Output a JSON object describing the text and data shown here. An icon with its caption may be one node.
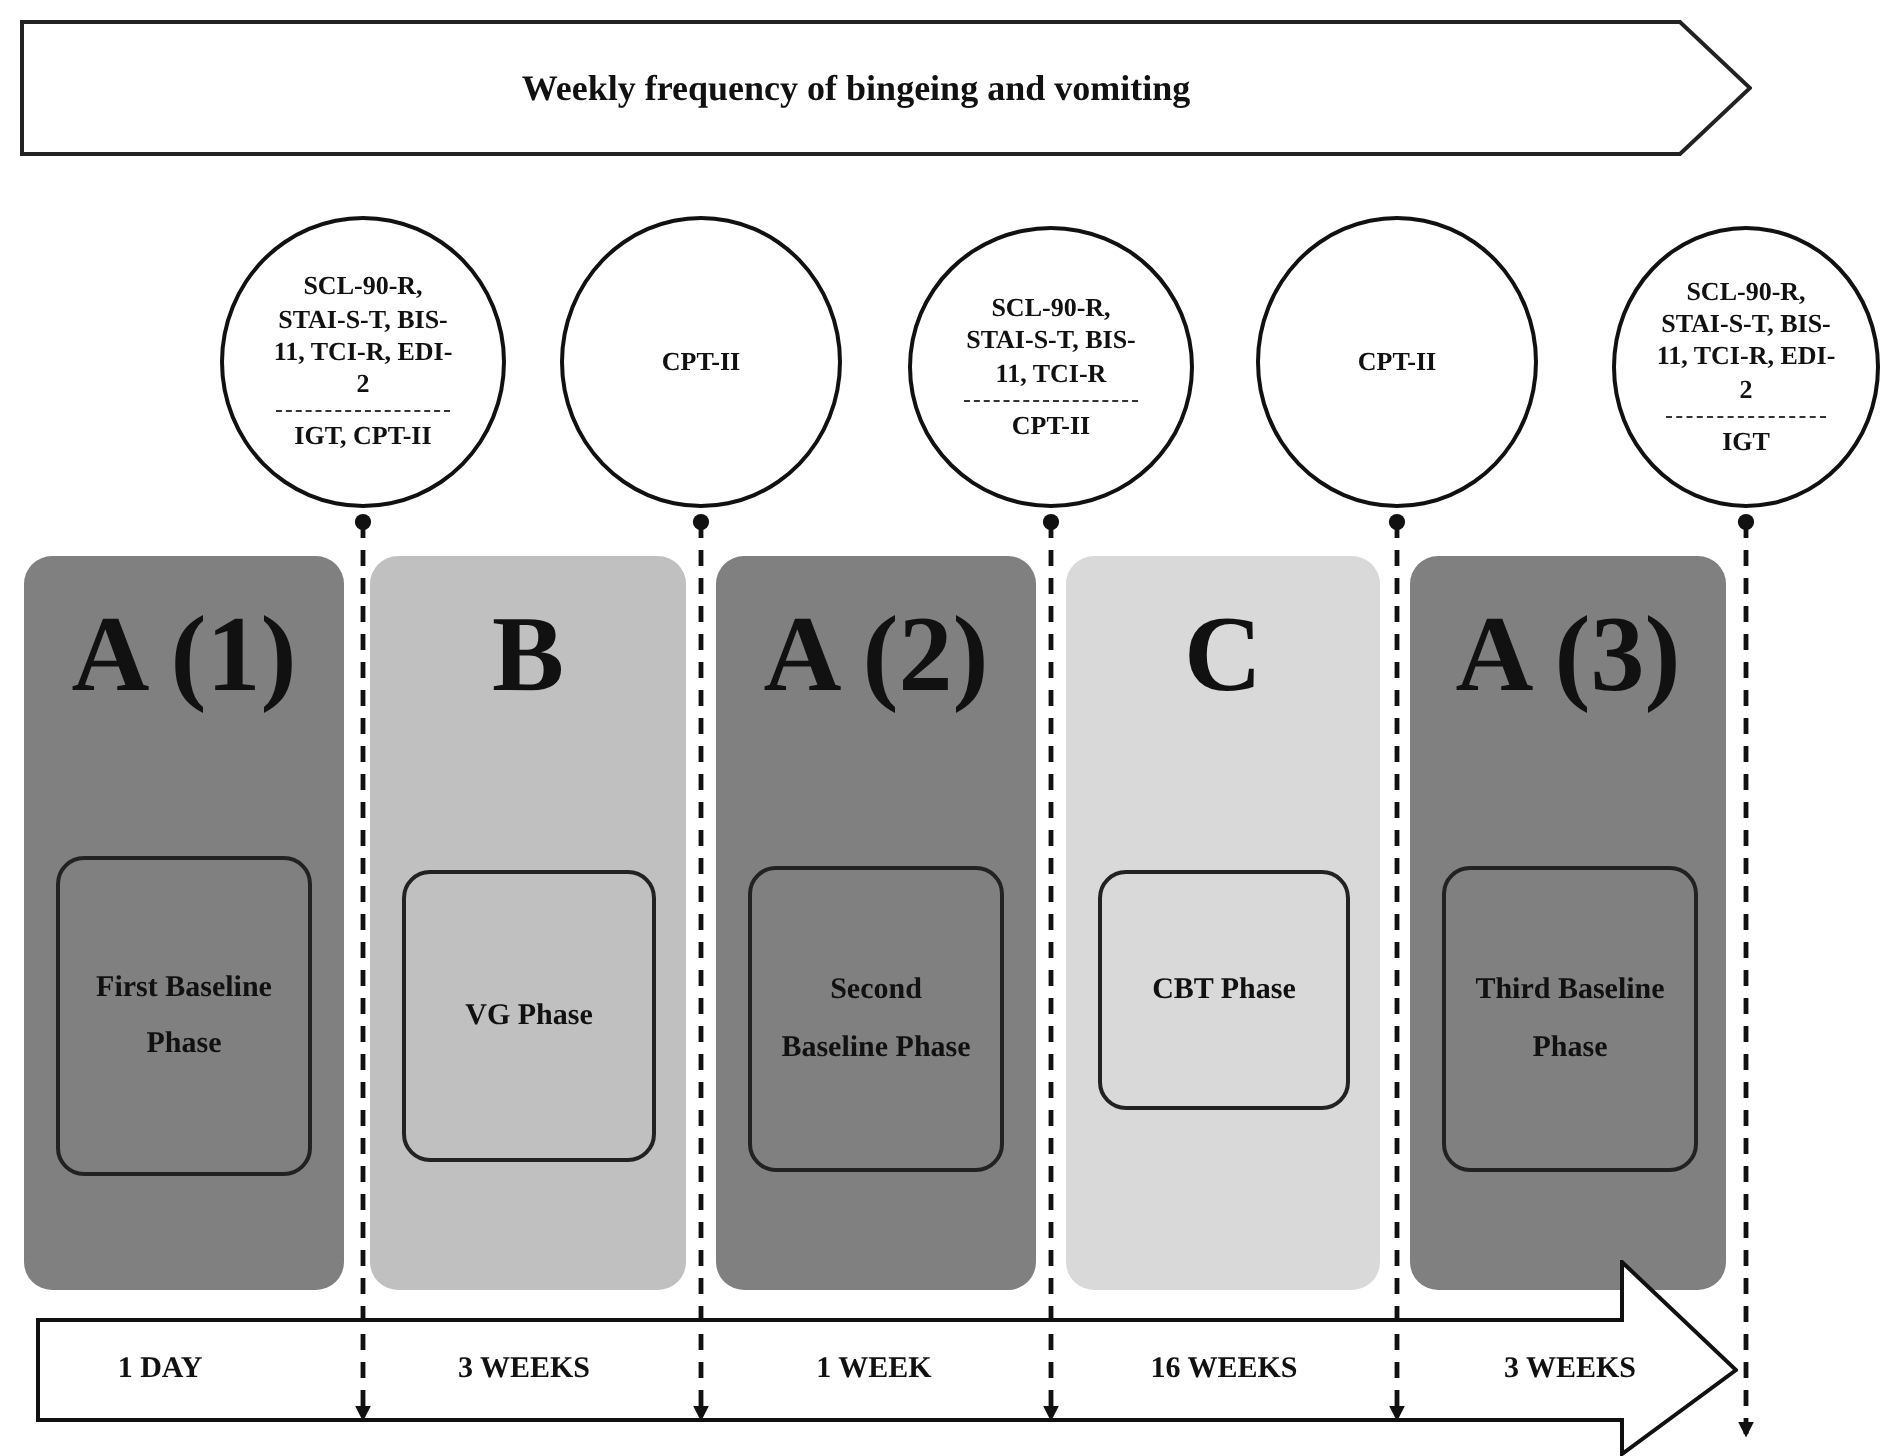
{
  "diagram": {
    "nodes": [
      {
        "text": [
          "Weekly frequency of bingeing and vomiting"
        ]
      },
      {
        "text": [
          "SCL-90-R, STAI-S-T, BIS-11, TCI-R, EDI-2",
          "IGT, CPT-II"
        ]
      },
      {
        "text": [
          "CPT-II"
        ]
      },
      {
        "text": [
          "SCL-90-R, STAI-S-T, BIS-11, TCI-R",
          "CPT-II"
        ]
      },
      {
        "text": [
          "CPT-II"
        ]
      },
      {
        "text": [
          "SCL-90-R, STAI-S-T, BIS-11, TCI-R, EDI-2",
          "IGT"
        ]
      },
      {
        "text": [
          "A (1)"
        ]
      },
      {
        "text": [
          "First Baseline Phase"
        ],
        "in": 6
      },
      {
        "text": [
          "B"
        ]
      },
      {
        "text": [
          "VG Phase"
        ],
        "in": 8
      },
      {
        "text": [
          "A (2)"
        ]
      },
      {
        "text": [
          "Second Baseline Phase"
        ],
        "in": 10
      },
      {
        "text": [
          "C"
        ]
      },
      {
        "text": [
          "CBT Phase"
        ],
        "in": 12
      },
      {
        "text": [
          "A (3)"
        ]
      },
      {
        "text": [
          "Third Baseline Phase"
        ],
        "in": 14
      },
      {
        "text": [
          "1 DAY",
          "3 WEEKS",
          "1 WEEK",
          "16 WEEKS",
          "3 WEEKS"
        ]
      }
    ],
    "edges": [
      {
        "from": 1,
        "to": 16,
        "arrow": "to",
        "style": "dashed"
      },
      {
        "from": 2,
        "to": 16,
        "arrow": "to",
        "style": "dashed"
      },
      {
        "from": 3,
        "to": 16,
        "arrow": "to",
        "style": "dashed"
      },
      {
        "from": 4,
        "to": 16,
        "arrow": "to",
        "style": "dashed"
      },
      {
        "from": 5,
        "to": null,
        "arrow": "to",
        "style": "dashed"
      }
    ]
  }
}
